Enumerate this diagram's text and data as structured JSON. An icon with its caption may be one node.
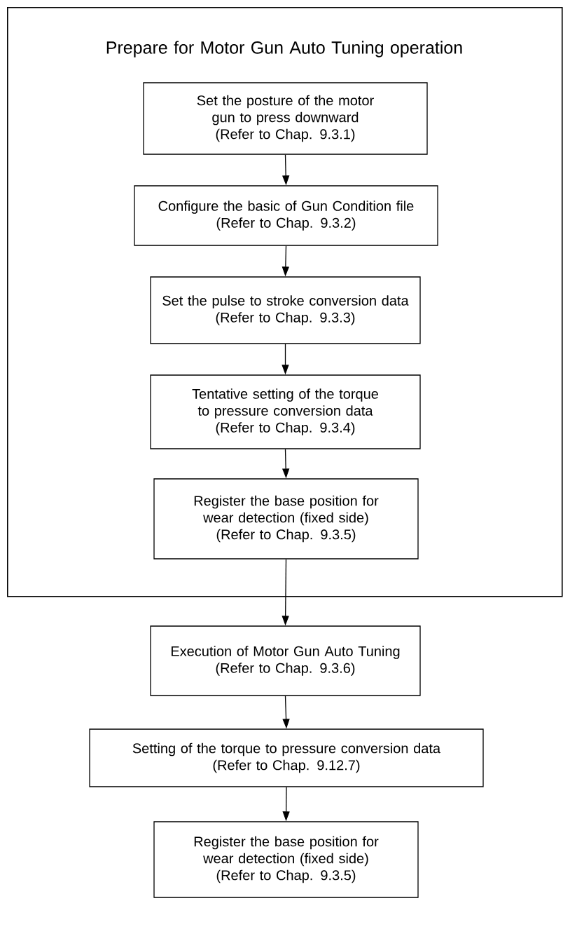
{
  "diagram": {
    "nodes": [
      {
        "text": [
          "Prepare for Motor Gun Auto Tuning operation"
        ]
      },
      {
        "text": [
          "Set the posture of the motor gun to press downward",
          "(Refer to Chap. 9.3.1)"
        ],
        "in": 0
      },
      {
        "text": [
          "Configure the basic of Gun Condition file",
          "(Refer to Chap. 9.3.2)"
        ],
        "in": 0
      },
      {
        "text": [
          "Set the pulse to stroke conversion data",
          "(Refer to Chap. 9.3.3)"
        ],
        "in": 0
      },
      {
        "text": [
          "Tentative setting of the torque to pressure conversion data",
          "(Refer to Chap. 9.3.4)"
        ],
        "in": 0
      },
      {
        "text": [
          "Register the base position for wear detection (fixed side)",
          "(Refer to Chap. 9.3.5)"
        ],
        "in": 0
      },
      {
        "text": [
          "Execution of Motor Gun Auto Tuning",
          "(Refer to Chap. 9.3.6)"
        ]
      },
      {
        "text": [
          "Setting of the torque to pressure conversion data",
          "(Refer to Chap. 9.12.7)"
        ]
      },
      {
        "text": [
          "Register the base position for wear detection (fixed side)",
          "(Refer to Chap. 9.3.5)"
        ]
      }
    ],
    "edges": [
      {
        "from": 1,
        "to": 2,
        "arrow": "to"
      },
      {
        "from": 2,
        "to": 3,
        "arrow": "to"
      },
      {
        "from": 3,
        "to": 4,
        "arrow": "to"
      },
      {
        "from": 4,
        "to": 5,
        "arrow": "to"
      },
      {
        "from": 5,
        "to": 6,
        "arrow": "to"
      },
      {
        "from": 6,
        "to": 7,
        "arrow": "to"
      },
      {
        "from": 7,
        "to": 8,
        "arrow": "to"
      }
    ]
  }
}
